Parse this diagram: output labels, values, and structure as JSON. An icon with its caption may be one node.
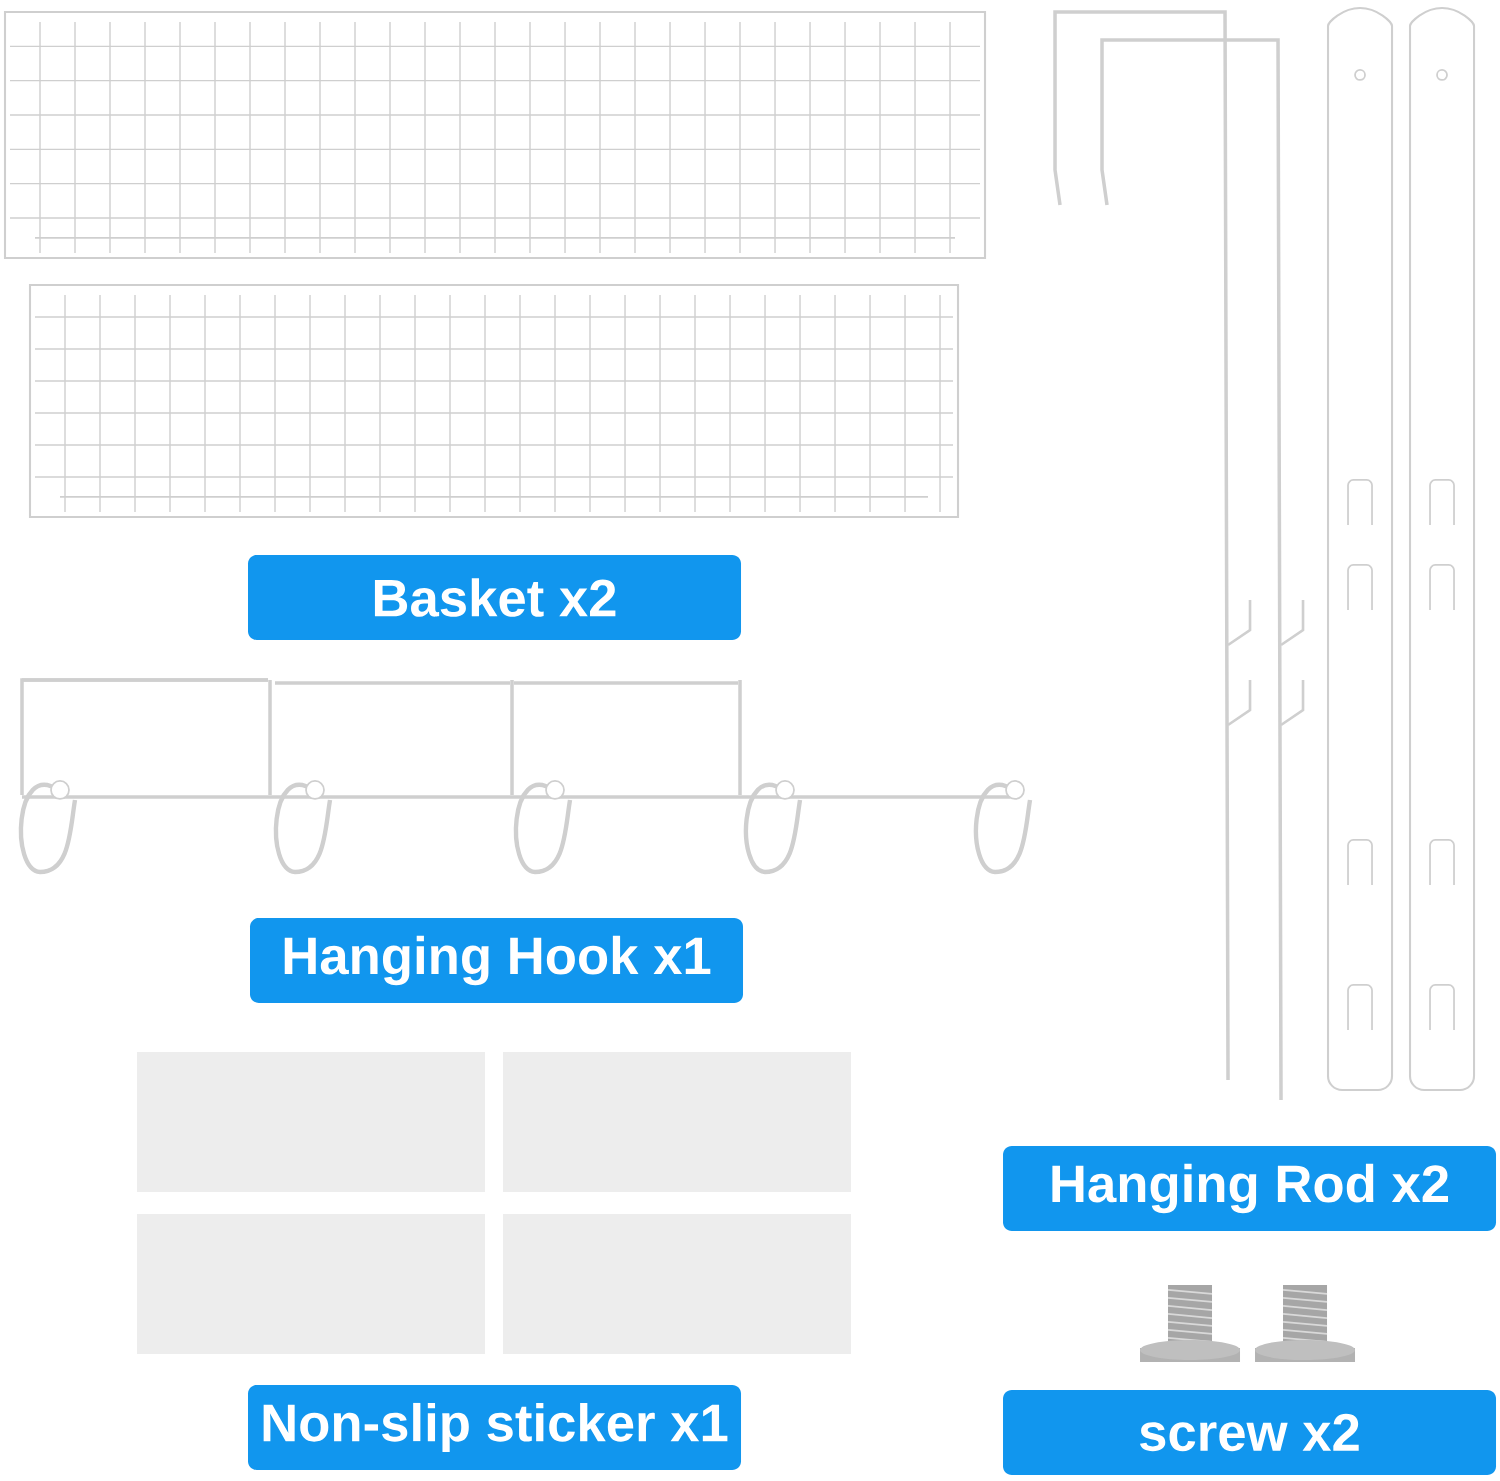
{
  "diagram": {
    "nodes": [
      {
        "text": [
          "Basket x2"
        ]
      },
      {
        "text": [
          "Hanging Hook x1"
        ]
      },
      {
        "text": [
          "Non-slip sticker x1"
        ]
      },
      {
        "text": [
          "Hanging Rod x2"
        ]
      },
      {
        "text": [
          "screw x2"
        ]
      }
    ]
  }
}
